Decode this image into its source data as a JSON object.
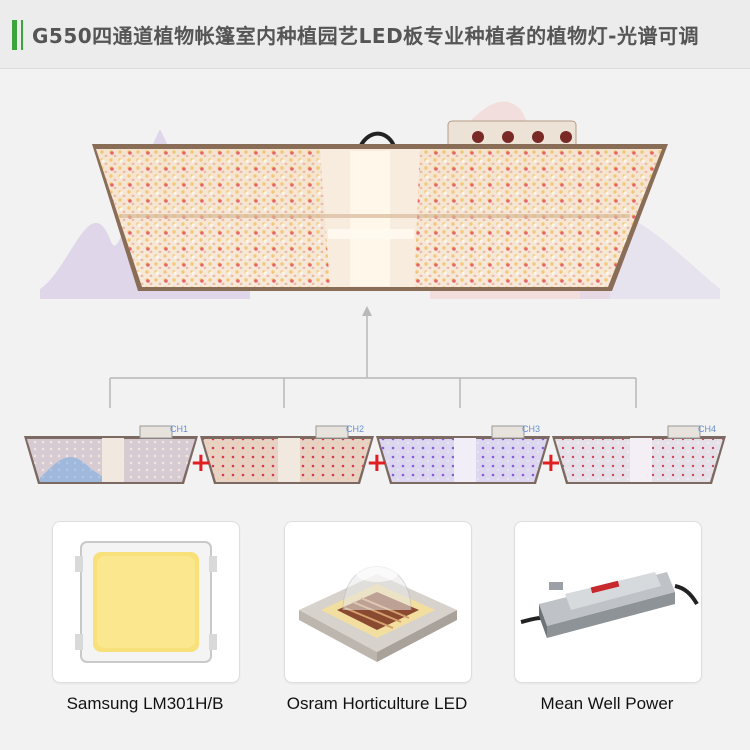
{
  "header": {
    "title": "G550四通道植物帐篷室内种植园艺LED板专业种植者的植物灯-光谱可调"
  },
  "channels": [
    {
      "label": "CH1"
    },
    {
      "label": "CH2"
    },
    {
      "label": "CH3"
    },
    {
      "label": "CH4"
    }
  ],
  "plus_sign": "+",
  "products": [
    {
      "caption": "Samsung LM301H/B",
      "icon": "led-chip-icon"
    },
    {
      "caption": "Osram Horticulture LED",
      "icon": "osram-led-icon"
    },
    {
      "caption": "Mean Well Power",
      "icon": "power-supply-icon"
    }
  ],
  "colors": {
    "accent_green": "#3aa53a",
    "plus_red": "#e02020"
  }
}
